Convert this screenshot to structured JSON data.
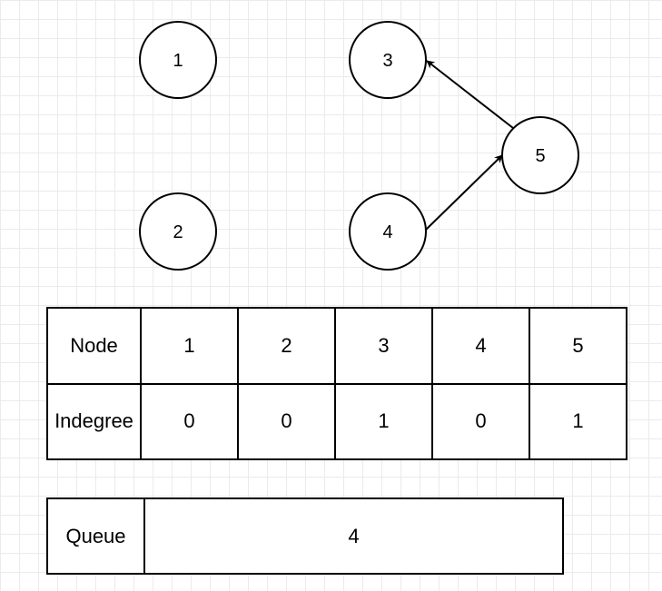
{
  "graph": {
    "nodes": [
      {
        "id": "1",
        "label": "1"
      },
      {
        "id": "2",
        "label": "2"
      },
      {
        "id": "3",
        "label": "3"
      },
      {
        "id": "4",
        "label": "4"
      },
      {
        "id": "5",
        "label": "5"
      }
    ],
    "edges": [
      {
        "from": "4",
        "to": "5"
      },
      {
        "from": "5",
        "to": "3"
      }
    ]
  },
  "indegree_table": {
    "row_headers": [
      "Node",
      "Indegree"
    ],
    "nodes": [
      "1",
      "2",
      "3",
      "4",
      "5"
    ],
    "indegrees": [
      "0",
      "0",
      "1",
      "0",
      "1"
    ]
  },
  "queue": {
    "label": "Queue",
    "contents": "4"
  }
}
